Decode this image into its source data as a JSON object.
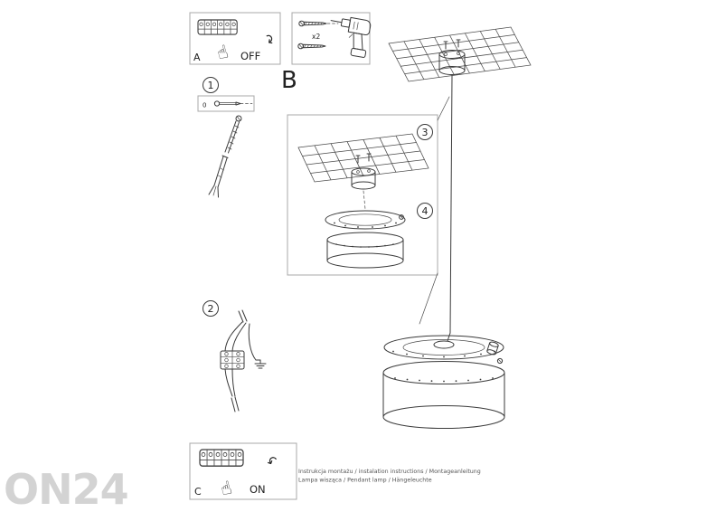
{
  "colors": {
    "line": "#3a3a3a",
    "box_border": "#a8a8a8",
    "watermark": "#c9c9c9"
  },
  "panel_a": {
    "label": "A",
    "state": "OFF"
  },
  "panel_c": {
    "label": "C",
    "state": "ON"
  },
  "hardware": {
    "count_label": "x2"
  },
  "section_b": "B",
  "steps": {
    "s1": "1",
    "s2": "2",
    "s3": "3",
    "s4": "4"
  },
  "anchor_detail": {
    "size_label": "0"
  },
  "footer": {
    "line1": "Instrukcja montażu / instalation instructions / Montageanleitung",
    "line2": "Lampa wisząca / Pendant lamp / Hängeleuchte"
  },
  "watermark": "ON24",
  "icons": {
    "hand": "☝",
    "rotate_cw": "↷",
    "rotate_ccw": "↶"
  }
}
